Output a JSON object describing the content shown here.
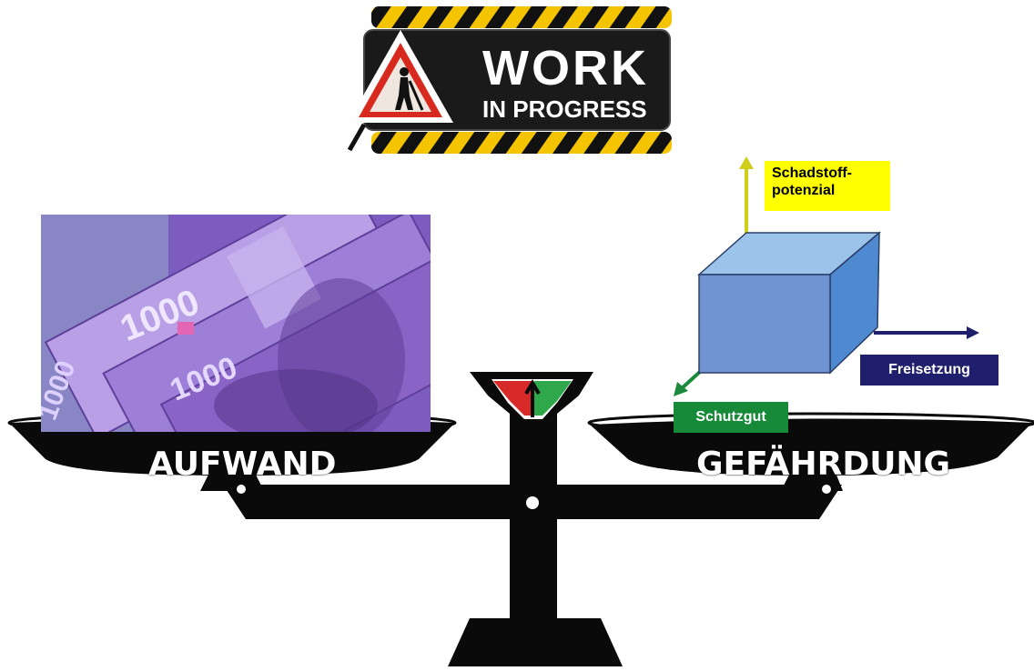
{
  "sign": {
    "line1": "WORK",
    "line2": "IN PROGRESS",
    "colors": {
      "stripe_yellow": "#f5c400",
      "stripe_black": "#111111",
      "plate": "#1a1a1a",
      "triangle": "#d8291f"
    }
  },
  "scale": {
    "left_label": "AUFWAND",
    "right_label": "GEFÄHRDUNG",
    "color": "#0a0a0a"
  },
  "banknotes": {
    "denomination": "1000",
    "colors": {
      "purple": "#8a63c7",
      "light_purple": "#b9a0e6"
    }
  },
  "cube": {
    "colors": {
      "top": "#9cc3ea",
      "front": "#7094d2",
      "side": "#4f8ad0"
    },
    "axes": [
      {
        "label_lines": [
          "Schadstoff-",
          "potenzial"
        ],
        "color": "#cfcf1a",
        "label_bg": "#ffff00",
        "label_fg": "#000000"
      },
      {
        "label": "Freisetzung",
        "color": "#1f1f6e",
        "label_bg": "#1f1f6e",
        "label_fg": "#ffffff"
      },
      {
        "label": "Schutzgut",
        "color": "#1b8a3c",
        "label_bg": "#178a3a",
        "label_fg": "#ffffff"
      }
    ]
  }
}
